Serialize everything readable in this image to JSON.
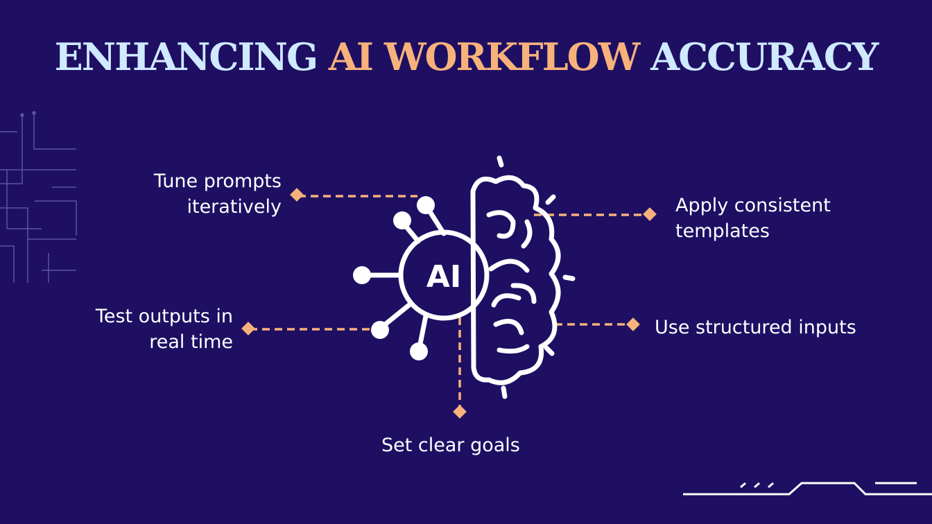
{
  "title": {
    "part1": "ENHANCING",
    "part2": "AI WORKFLOW",
    "part3": "ACCURACY"
  },
  "colors": {
    "background": "#1e0f63",
    "title_primary": "#cfe9ff",
    "title_accent": "#f7b27b",
    "connector": "#f7b27b",
    "icon": "#ffffff",
    "decor": "#6f63b2"
  },
  "center_icon": {
    "label": "AI",
    "icon": "ai-brain-circuit-icon"
  },
  "tips": [
    {
      "text": "Tune prompts\niteratively"
    },
    {
      "text": "Apply consistent\ntemplates"
    },
    {
      "text": "Test outputs in\nreal time"
    },
    {
      "text": "Use structured inputs"
    },
    {
      "text": "Set clear goals"
    }
  ]
}
